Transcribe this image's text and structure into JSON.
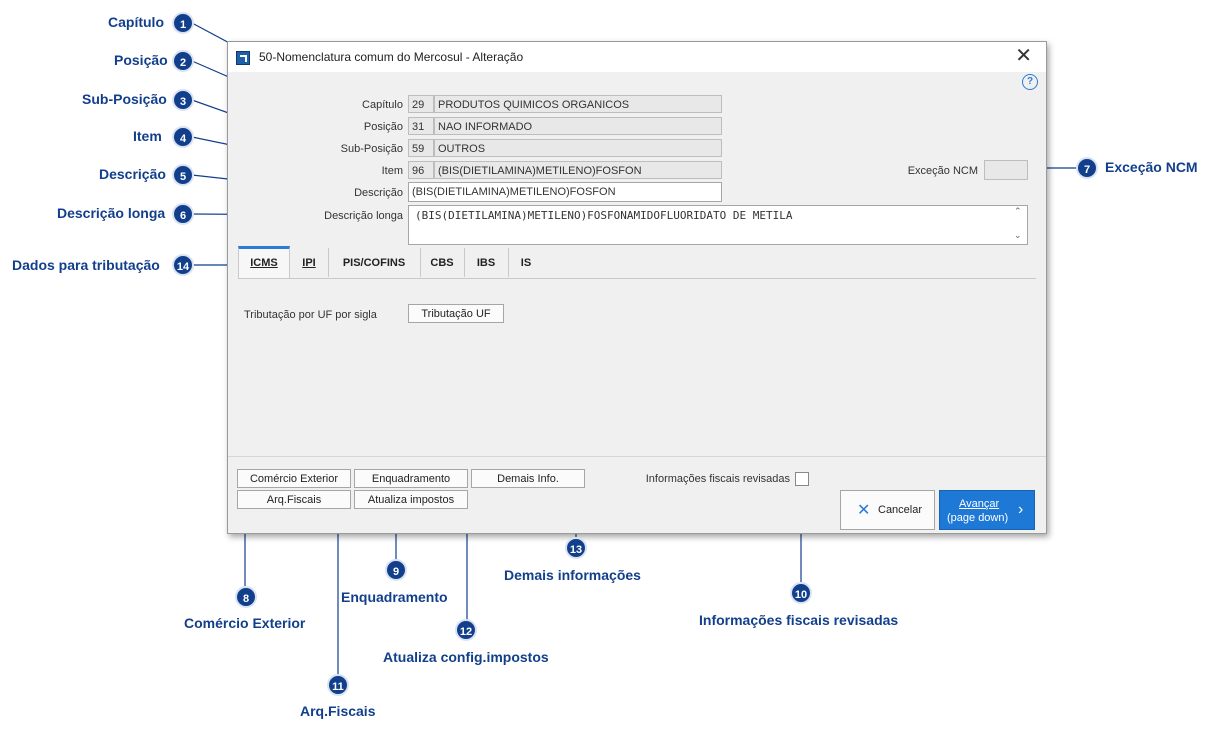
{
  "window": {
    "title": "50-Nomenclatura comum do Mercosul - Alteração",
    "close_glyph": "✕",
    "help_glyph": "?"
  },
  "fields": {
    "capitulo": {
      "label": "Capítulo",
      "code": "29",
      "value": "PRODUTOS QUIMICOS ORGANICOS"
    },
    "posicao": {
      "label": "Posição",
      "code": "31",
      "value": "NAO INFORMADO"
    },
    "sub_posicao": {
      "label": "Sub-Posição",
      "code": "59",
      "value": "OUTROS"
    },
    "item": {
      "label": "Item",
      "code": "96",
      "value": "(BIS(DIETILAMINA)METILENO)FOSFON"
    },
    "descricao": {
      "label": "Descrição",
      "value": "(BIS(DIETILAMINA)METILENO)FOSFON"
    },
    "descricao_longa": {
      "label": "Descrição longa",
      "value": "(BIS(DIETILAMINA)METILENO)FOSFONAMIDOFLUORIDATO DE METILA"
    },
    "excecao_ncm": {
      "label": "Exceção NCM",
      "value": ""
    }
  },
  "tabs": [
    {
      "label": "ICMS",
      "active": true
    },
    {
      "label": "IPI",
      "active": false
    },
    {
      "label": "PIS/COFINS",
      "active": false
    },
    {
      "label": "CBS",
      "active": false
    },
    {
      "label": "IBS",
      "active": false
    },
    {
      "label": "IS",
      "active": false
    }
  ],
  "icms": {
    "tributacao_label": "Tributação por UF por sigla",
    "tributacao_button": "Tributação UF"
  },
  "footer": {
    "comercio_exterior": "Comércio Exterior",
    "enquadramento": "Enquadramento",
    "demais_info": "Demais Info.",
    "arq_fiscais": "Arq.Fiscais",
    "atualiza_impostos": "Atualiza impostos",
    "info_fiscais_revisadas": "Informações fiscais revisadas",
    "cancelar": "Cancelar",
    "avancar": "Avançar",
    "avancar_sub": "(page down)"
  },
  "callouts": [
    {
      "n": "1",
      "label": "Capítulo"
    },
    {
      "n": "2",
      "label": "Posição"
    },
    {
      "n": "3",
      "label": "Sub-Posição"
    },
    {
      "n": "4",
      "label": "Item"
    },
    {
      "n": "5",
      "label": "Descrição"
    },
    {
      "n": "6",
      "label": "Descrição longa"
    },
    {
      "n": "7",
      "label": "Exceção NCM"
    },
    {
      "n": "8",
      "label": "Comércio Exterior"
    },
    {
      "n": "9",
      "label": "Enquadramento"
    },
    {
      "n": "10",
      "label": "Informações fiscais revisadas"
    },
    {
      "n": "11",
      "label": "Arq.Fiscais"
    },
    {
      "n": "12",
      "label": "Atualiza config.impostos"
    },
    {
      "n": "13",
      "label": "Demais informações"
    },
    {
      "n": "14",
      "label": "Dados para tributação"
    }
  ],
  "colors": {
    "accent": "#1e78d6",
    "callout": "#123f8c"
  }
}
